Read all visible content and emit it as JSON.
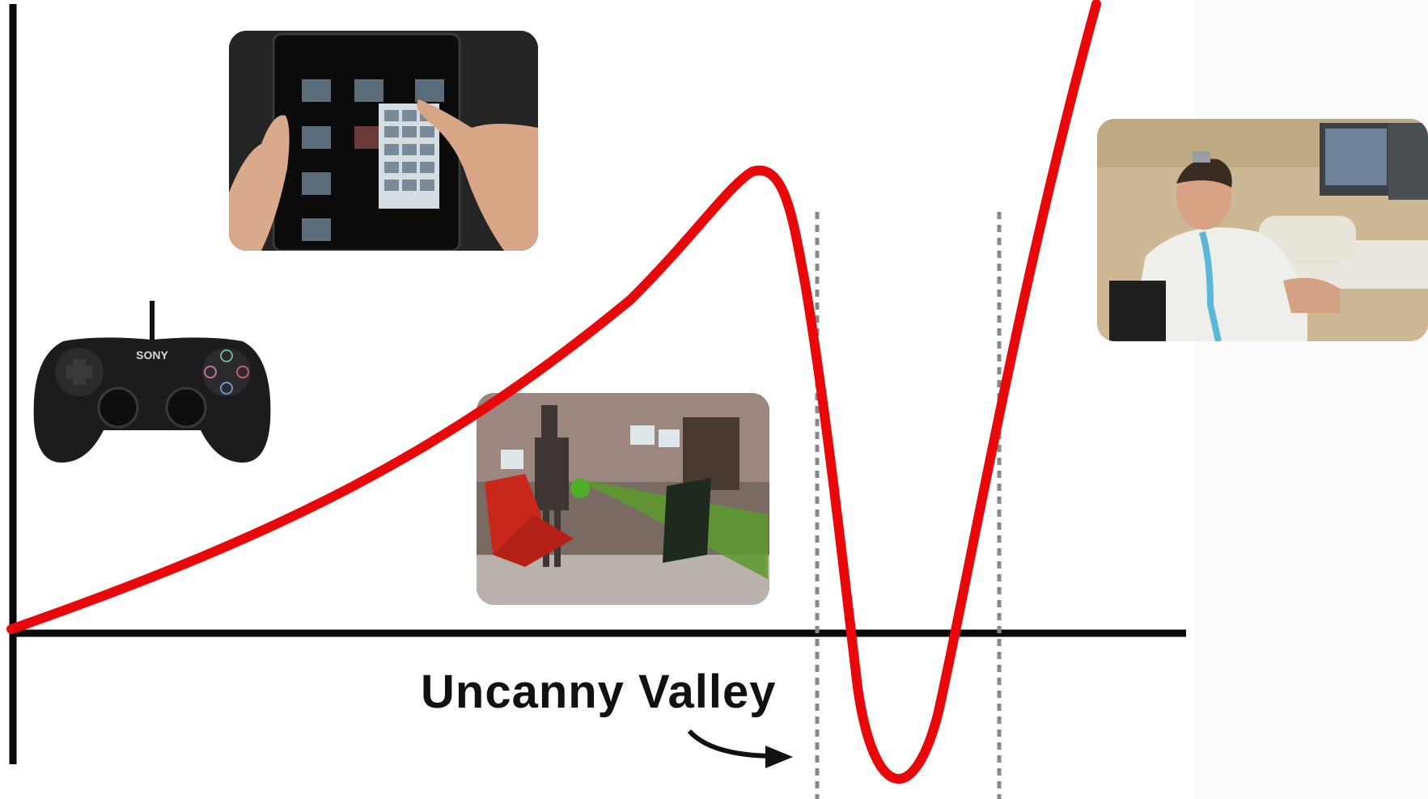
{
  "diagram": {
    "label": "Uncanny Valley",
    "colors": {
      "curve": "#e8080a",
      "axes": "#0a0a0a",
      "dashed": "#888888",
      "background": "#ffffff"
    },
    "images": [
      {
        "id": "gamepad",
        "depicts": "game controller",
        "brand_text": "SONY"
      },
      {
        "id": "tablet",
        "depicts": "touchscreen tablet with photo grid"
      },
      {
        "id": "vr-lab",
        "depicts": "virtual reality lab with chairs"
      },
      {
        "id": "bci-patient",
        "depicts": "patient in wheelchair with brain-computer interface"
      }
    ],
    "icons": [
      "arrow-right-icon"
    ]
  }
}
